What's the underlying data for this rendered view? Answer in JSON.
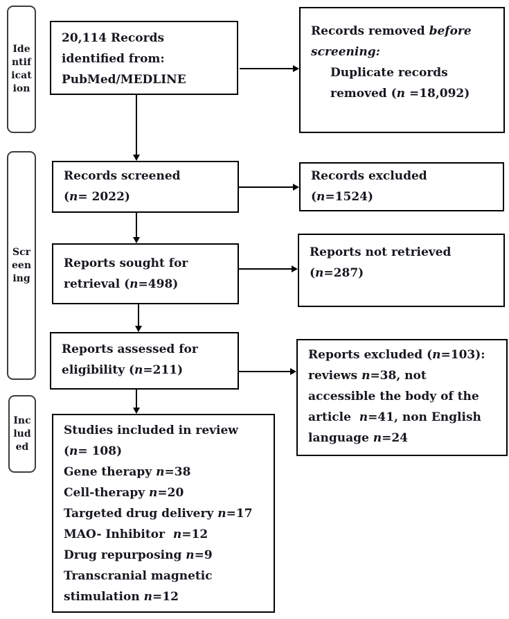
{
  "title": "PRISMA flow diagram of study selection",
  "colors": {
    "ink": "#17171f",
    "box_border": "#000000",
    "stage_border": "#3c3c3c",
    "background": "#ffffff"
  },
  "sidebar": {
    "identification_label": "Identification",
    "screening_label": "Screening",
    "included_label": "Included"
  },
  "flow": {
    "records_identified": {
      "lines": [
        {
          "segs": [
            {
              "t": "20,114 Records"
            }
          ]
        },
        {
          "segs": [
            {
              "t": "identified from:"
            }
          ]
        },
        {
          "segs": [
            {
              "t": "PubMed/MEDLINE"
            }
          ]
        }
      ]
    },
    "records_screened": {
      "lines": [
        {
          "segs": [
            {
              "t": "Records screened"
            }
          ]
        },
        {
          "segs": [
            {
              "t": "("
            },
            {
              "t": "n",
              "i": 1
            },
            {
              "t": "= 2022)"
            }
          ]
        }
      ]
    },
    "reports_sought": {
      "lines": [
        {
          "segs": [
            {
              "t": "Reports sought for"
            }
          ]
        },
        {
          "segs": [
            {
              "t": "retrieval ("
            },
            {
              "t": "n",
              "i": 1
            },
            {
              "t": "=498)"
            }
          ]
        }
      ]
    },
    "reports_assessed": {
      "lines": [
        {
          "segs": [
            {
              "t": "Reports assessed for"
            }
          ]
        },
        {
          "segs": [
            {
              "t": "eligibility ("
            },
            {
              "t": "n",
              "i": 1
            },
            {
              "t": "=211)"
            }
          ]
        }
      ]
    },
    "studies_included": {
      "lines": [
        {
          "segs": [
            {
              "t": "Studies included in review"
            }
          ]
        },
        {
          "segs": [
            {
              "t": "("
            },
            {
              "t": "n",
              "i": 1
            },
            {
              "t": "= 108)"
            }
          ]
        },
        {
          "segs": [
            {
              "t": "Gene therapy "
            },
            {
              "t": "n",
              "i": 1
            },
            {
              "t": "=38"
            }
          ]
        },
        {
          "segs": [
            {
              "t": "Cell-therapy "
            },
            {
              "t": "n",
              "i": 1
            },
            {
              "t": "=20"
            }
          ]
        },
        {
          "segs": [
            {
              "t": "Targeted drug delivery "
            },
            {
              "t": "n",
              "i": 1
            },
            {
              "t": "=17"
            }
          ]
        },
        {
          "segs": [
            {
              "t": "MAO- Inhibitor  "
            },
            {
              "t": "n",
              "i": 1
            },
            {
              "t": "=12"
            }
          ]
        },
        {
          "segs": [
            {
              "t": "Drug repurposing "
            },
            {
              "t": "n",
              "i": 1
            },
            {
              "t": "=9"
            }
          ]
        },
        {
          "segs": [
            {
              "t": "Transcranial magnetic"
            }
          ]
        },
        {
          "segs": [
            {
              "t": "stimulation "
            },
            {
              "t": "n",
              "i": 1
            },
            {
              "t": "=12"
            }
          ]
        }
      ]
    }
  },
  "exclusions": {
    "records_removed": {
      "lines": [
        {
          "segs": [
            {
              "t": "Records removed "
            },
            {
              "t": "before",
              "i": 1
            }
          ]
        },
        {
          "segs": [
            {
              "t": "screening:",
              "i": 1
            }
          ]
        },
        {
          "ind": 1,
          "segs": [
            {
              "t": "Duplicate records"
            }
          ]
        },
        {
          "ind": 1,
          "segs": [
            {
              "t": "removed ("
            },
            {
              "t": "n",
              "i": 1
            },
            {
              "t": " =18,092)"
            }
          ]
        }
      ]
    },
    "records_excluded": {
      "lines": [
        {
          "segs": [
            {
              "t": "Records excluded"
            }
          ]
        },
        {
          "segs": [
            {
              "t": "("
            },
            {
              "t": "n",
              "i": 1
            },
            {
              "t": "=1524)"
            }
          ]
        }
      ]
    },
    "reports_not_retrieved": {
      "lines": [
        {
          "segs": [
            {
              "t": "Reports not retrieved"
            }
          ]
        },
        {
          "segs": [
            {
              "t": "("
            },
            {
              "t": "n",
              "i": 1
            },
            {
              "t": "=287)"
            }
          ]
        }
      ]
    },
    "reports_excluded": {
      "lines": [
        {
          "segs": [
            {
              "t": "Reports excluded ("
            },
            {
              "t": "n",
              "i": 1
            },
            {
              "t": "=103):"
            }
          ]
        },
        {
          "segs": [
            {
              "t": "reviews "
            },
            {
              "t": "n",
              "i": 1
            },
            {
              "t": "=38, not"
            }
          ]
        },
        {
          "segs": [
            {
              "t": "accessible the body of the"
            }
          ]
        },
        {
          "segs": [
            {
              "t": "article  "
            },
            {
              "t": "n",
              "i": 1
            },
            {
              "t": "=41, non English"
            }
          ]
        },
        {
          "segs": [
            {
              "t": "language "
            },
            {
              "t": "n",
              "i": 1
            },
            {
              "t": "=24"
            }
          ]
        }
      ]
    }
  }
}
